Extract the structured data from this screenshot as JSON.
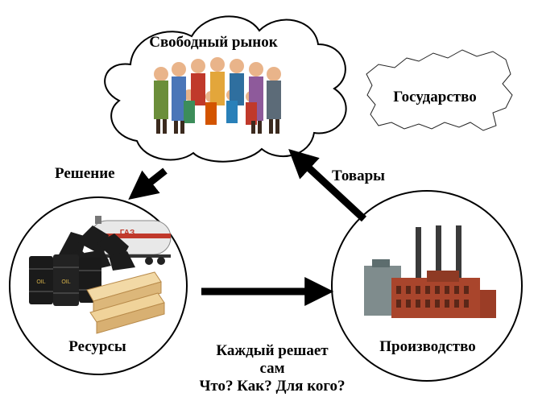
{
  "nodes": {
    "market": "Свободный рынок",
    "state": "Государство",
    "resources": "Ресурсы",
    "production": "Производство"
  },
  "edges": {
    "decision": "Решение",
    "goods": "Товары"
  },
  "center_text": {
    "line1": "Каждый решает",
    "line2": "сам",
    "line3": "Что? Как? Для кого?"
  },
  "icons": {
    "crowd": "crowd-icon",
    "russia_map": "russia-map-icon",
    "gas_tank": "gas-tank-icon",
    "coal": "coal-icon",
    "oil_barrels": "oil-barrels-icon",
    "lumber": "lumber-icon",
    "factory": "factory-icon"
  },
  "labels": {
    "tank_text": "ГАЗ",
    "barrel_text": "OIL"
  }
}
